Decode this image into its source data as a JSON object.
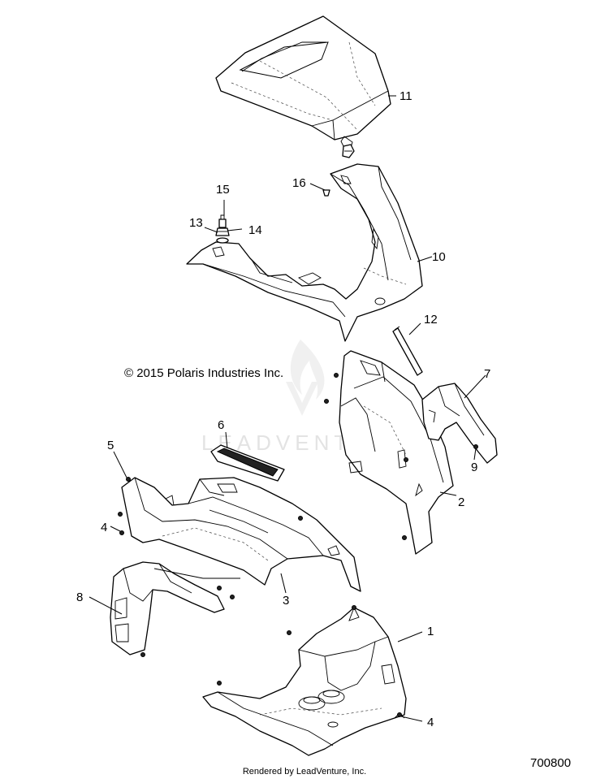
{
  "copyright": "© 2015 Polaris Industries Inc.",
  "watermark": "LEADVENTURE",
  "rendered_by": "Rendered by LeadVenture, Inc.",
  "diagram_id": "700800",
  "callouts": {
    "c1": "1",
    "c2": "2",
    "c3": "3",
    "c4a": "4",
    "c4b": "4",
    "c5": "5",
    "c6": "6",
    "c7": "7",
    "c8": "8",
    "c9": "9",
    "c10": "10",
    "c11": "11",
    "c12": "12",
    "c13": "13",
    "c14": "14",
    "c15": "15",
    "c16": "16"
  },
  "icons": {
    "watermark_logo": "leadventure-flame-logo-icon"
  }
}
